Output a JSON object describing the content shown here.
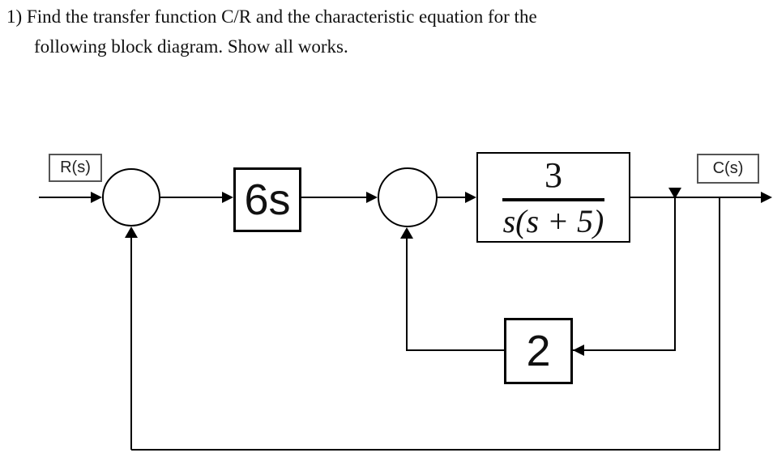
{
  "problem": {
    "line1": "1) Find the transfer function C/R and the characteristic equation for the",
    "line2": "following block diagram. Show all works."
  },
  "diagram": {
    "input_label": "R(s)",
    "output_label": "C(s)",
    "forward_block_1_label": "6s",
    "plant_block": {
      "numerator": "3",
      "denominator": "s(s + 5)"
    },
    "feedback_block_label": "2",
    "wire_color": "#000000",
    "structure_note": ""
  }
}
